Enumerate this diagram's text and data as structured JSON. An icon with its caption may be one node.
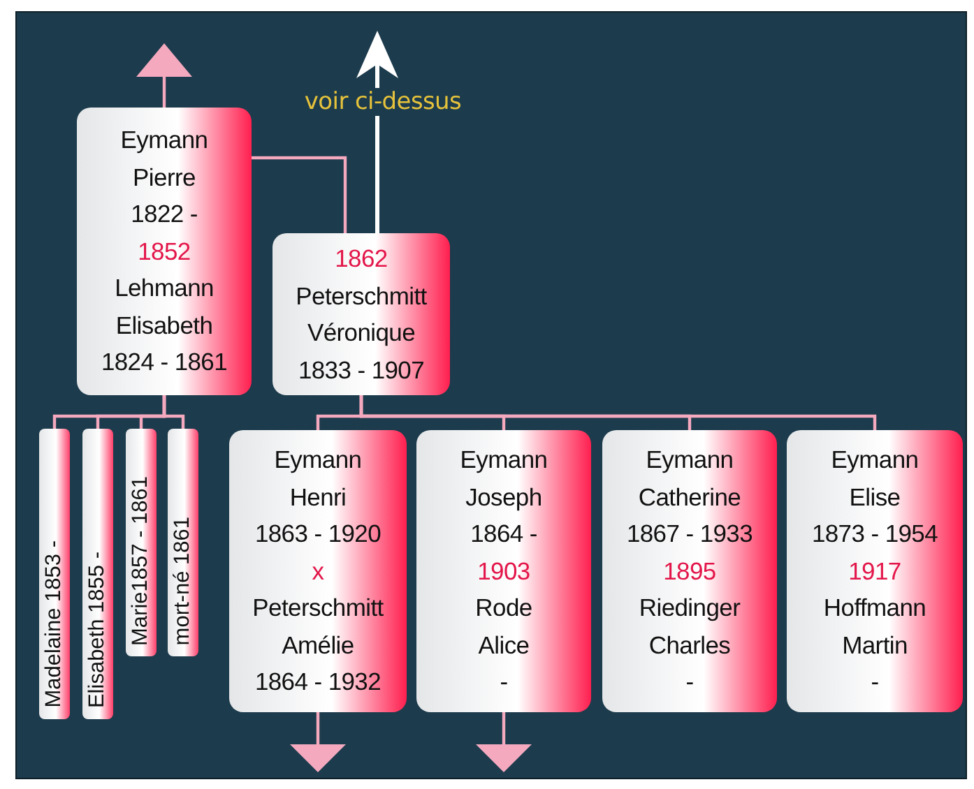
{
  "diagram": {
    "nodes": [
      {
        "text": [
          "Eymann",
          "Pierre",
          "1822 -",
          "1852",
          "Lehmann",
          "Elisabeth",
          "1824 - 1861"
        ]
      },
      {
        "text": [
          "1862",
          "Peterschmitt",
          "Véronique",
          "1833 - 1907"
        ]
      },
      {
        "text": [
          "Madelaine 1853 -"
        ]
      },
      {
        "text": [
          "Elisabeth 1855 -"
        ]
      },
      {
        "text": [
          "Marie1857 - 1861"
        ]
      },
      {
        "text": [
          "mort-né 1861"
        ]
      },
      {
        "text": [
          "Eymann",
          "Henri",
          "1863 - 1920",
          "x",
          "Peterschmitt",
          "Amélie",
          "1864 - 1932"
        ]
      },
      {
        "text": [
          "Eymann",
          "Joseph",
          "1864 -",
          "1903",
          "Rode",
          "Alice",
          "-"
        ]
      },
      {
        "text": [
          "Eymann",
          "Catherine",
          "1867 - 1933",
          "1895",
          "Riedinger",
          "Charles",
          "-"
        ]
      },
      {
        "text": [
          "Eymann",
          "Elise",
          "1873 - 1954",
          "1917",
          "Hoffmann",
          "Martin",
          "-"
        ]
      }
    ],
    "edges": [
      {
        "from": 0,
        "to": null,
        "arrow": "to"
      },
      {
        "from": 1,
        "to": null,
        "arrow": "to",
        "label": "voir ci-dessus",
        "color": "#ffffff"
      },
      {
        "from": 0,
        "to": 1,
        "arrow": "none"
      },
      {
        "from": 0,
        "to": 2,
        "arrow": "none"
      },
      {
        "from": 0,
        "to": 3,
        "arrow": "none"
      },
      {
        "from": 0,
        "to": 4,
        "arrow": "none"
      },
      {
        "from": 0,
        "to": 5,
        "arrow": "none"
      },
      {
        "from": 1,
        "to": 6,
        "arrow": "none"
      },
      {
        "from": 1,
        "to": 7,
        "arrow": "none"
      },
      {
        "from": 1,
        "to": 8,
        "arrow": "none"
      },
      {
        "from": 1,
        "to": 9,
        "arrow": "none"
      },
      {
        "from": 6,
        "to": null,
        "arrow": "to"
      },
      {
        "from": 7,
        "to": null,
        "arrow": "to"
      }
    ]
  }
}
